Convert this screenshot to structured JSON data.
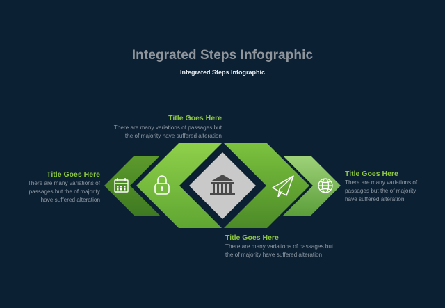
{
  "header": {
    "title": "Integrated Steps Infographic",
    "subtitle": "Integrated Steps Infographic"
  },
  "colors": {
    "background": "#0c2033",
    "accent_green": "#8cc63f",
    "dark_green": "#4e8a2a",
    "mid_green": "#6aab36",
    "light_green": "#7ec25a",
    "center_diamond": "#c8c8c8"
  },
  "steps": [
    {
      "title": "Title Goes Here",
      "description": "There are many variations of\npassages but the of majority\nhave  suffered alteration",
      "icon": "calendar-icon"
    },
    {
      "title": "Title Goes Here",
      "description": "There are many variations of passages but\nthe of majority have  suffered alteration",
      "icon": "lock-icon"
    },
    {
      "title": "Title Goes Here",
      "description": "There are many variations of passages but\nthe of majority have  suffered alteration",
      "icon": "paper-plane-icon"
    },
    {
      "title": "Title Goes Here",
      "description": "There are many variations of\npassages but the of majority\nhave  suffered alteration",
      "icon": "globe-icon"
    }
  ],
  "center_icon": "bank-icon"
}
